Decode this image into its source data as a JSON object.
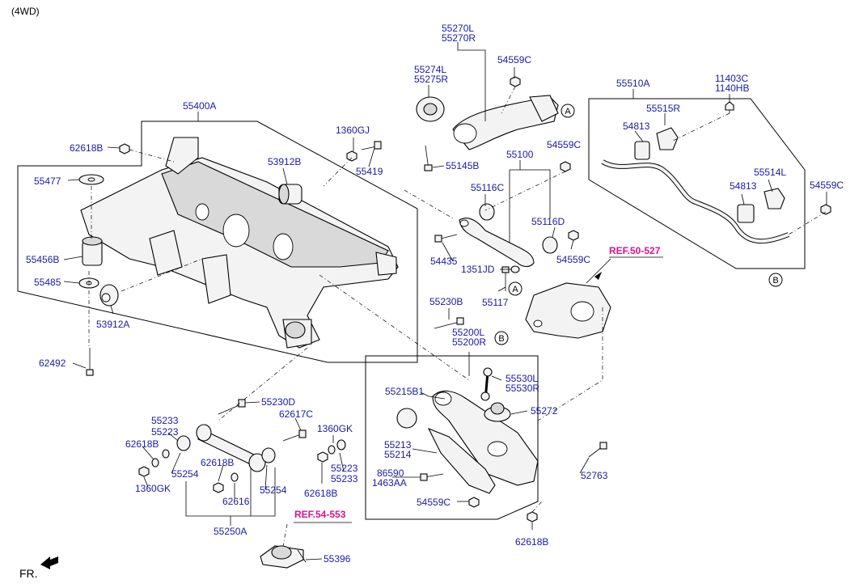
{
  "header": {
    "variant": "(4WD)"
  },
  "footer": {
    "direction": "FR."
  },
  "callouts": {
    "a": "A",
    "b": "B"
  },
  "colors": {
    "part_label": "#1a1aa6",
    "reference_label": "#d4148c",
    "line": "#000000"
  },
  "labels": {
    "p55270": [
      "55270L",
      "55270R"
    ],
    "p55274": [
      "55274L",
      "55275R"
    ],
    "p54559c_top": "54559C",
    "p55510a": "55510A",
    "p11403c": [
      "11403C",
      "1140HB"
    ],
    "p55515r": "55515R",
    "p54813_a": "54813",
    "p54559c_mid": "54559C",
    "p55400a": "55400A",
    "p1360gj": "1360GJ",
    "p62618b_top": "62618B",
    "p53912b": "53912B",
    "p55419": "55419",
    "p55145b": "55145B",
    "p55100": "55100",
    "p55477": "55477",
    "p55116c": "55116C",
    "p55514l": "55514L",
    "p54813_b": "54813",
    "p54559c_right": "54559C",
    "p55116d": "55116D",
    "p54435": "54435",
    "p54559c_arm": "54559C",
    "ref50527": "REF.50-527",
    "p55456b": "55456B",
    "p1351jd": "1351JD",
    "p55485": "55485",
    "p55117": "55117",
    "p53912a": "53912A",
    "p55230b": "55230B",
    "p55200": [
      "55200L",
      "55200R"
    ],
    "p62492": "62492",
    "p55530": [
      "55530L",
      "55530R"
    ],
    "p55215b1": "55215B1",
    "p55272": "55272",
    "p55230d": "55230D",
    "p55233_223_l": [
      "55233",
      "55223"
    ],
    "p62617c": "62617C",
    "p1360gk_top": "1360GK",
    "p62618b_l": "62618B",
    "p55213": [
      "55213",
      "55214"
    ],
    "p62618b_mid": "62618B",
    "p55254_l": "55254",
    "p55223_233_r": [
      "55223",
      "55233"
    ],
    "p86590": [
      "86590",
      "1463AA"
    ],
    "p52763": "52763",
    "p1360gk_bot": "1360GK",
    "p62616": "62616",
    "p55254_r": "55254",
    "p62618b_r": "62618B",
    "p54559c_bot": "54559C",
    "p55250a": "55250A",
    "ref54553": "REF.54-553",
    "p62618b_bot": "62618B",
    "p55396": "55396"
  }
}
